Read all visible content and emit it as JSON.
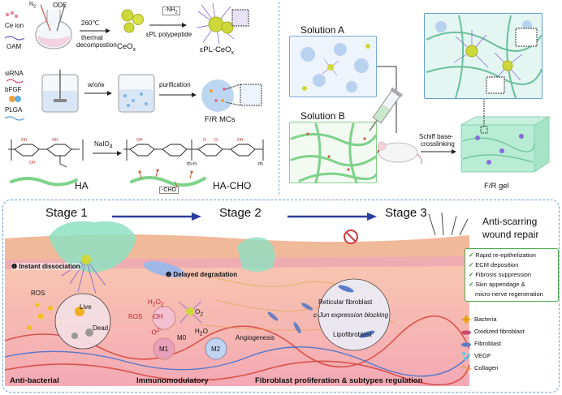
{
  "top_left": {
    "ce_ion": "Ce ion",
    "oam": "OAM",
    "n2": "N",
    "n2_sub": "2",
    "ode": "ODE",
    "temp": "260℃",
    "thermal": "thermal",
    "decomposition": "decompostion",
    "ceox": "CeO",
    "ceox_sub": "x",
    "nh2": "-NH",
    "nh2_sub": "2",
    "epl": "εPL polypeptide",
    "epl_ceox": "εPL-CeO",
    "epl_ceox_sub": "x",
    "sirna": "siRNA",
    "bfgf": "bFGF",
    "plga": "PLGA",
    "wow": "w/o/w",
    "purification": "purification",
    "fr_mcs": "F/R MCs",
    "naio4": "NaIO",
    "naio4_sub": "4",
    "ha": "HA",
    "ha_cho": "HA-CHO",
    "cho": "-CHO",
    "m_n": "m-n",
    "m": "m"
  },
  "top_right": {
    "solution_a": "Solution A",
    "solution_b": "Solution B",
    "schiff1": "Schiff base-",
    "schiff2": "crosslinking",
    "fr_gel": "F/R gel"
  },
  "bottom": {
    "stage1": "Stage 1",
    "stage2": "Stage 2",
    "stage3": "Stage 3",
    "instant": "❶ Instant dissociation",
    "delayed": "❷ Delayed degradation",
    "ros": "ROS",
    "live": "Live",
    "dead": "Dead",
    "h2o2": "H",
    "oh": "·OH",
    "o2m": "·O",
    "ros2": "ROS",
    "m0": "M0",
    "m1": "M1",
    "m2": "M2",
    "o2": "O",
    "h2o": "H",
    "angiogenesis": "Angiogenesis",
    "reticular": "Reticular fibroblast",
    "cjun": "c-Jun expression blocking",
    "lipo": "Lipofibroblast",
    "anti_bacterial": "Anti-bacterial",
    "immuno": "Immunomodulatory",
    "fibro_reg": "Fibroblast proliferation & subtypes regulation"
  },
  "anti_scar": {
    "title1": "Anti-scarring",
    "title2": "wound repair",
    "items": [
      "Rapid re-epithelization",
      "ECM deposition",
      "Fibrosis suppression",
      "Skin appendage &",
      "micro-nerve regeneration"
    ]
  },
  "legend": [
    "Bacteria",
    "Oxidized fibroblast",
    "Fibroblast",
    "VEGF",
    "Collagen"
  ],
  "colors": {
    "skin": "#f2c6a8",
    "dermis": "#f6b3b8",
    "gel_green": "#9fe3c6",
    "blue_arrow": "#2a3f9e",
    "frame": "#6f9fd6"
  }
}
